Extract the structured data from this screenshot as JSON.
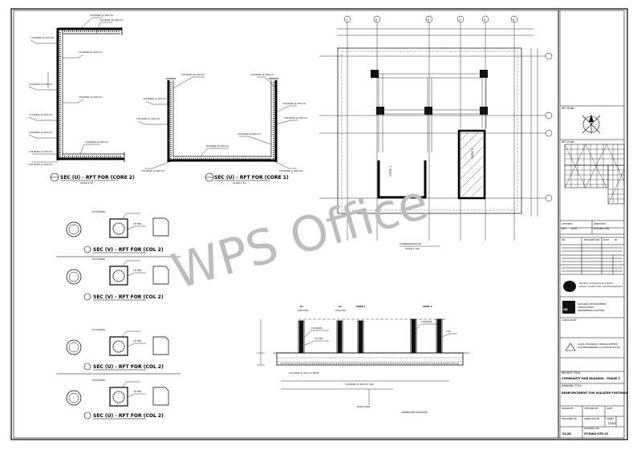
{
  "watermark": "WPS Office",
  "sections": {
    "core2_title": "SEC (U) - RFT FOR (CORE 2)",
    "core1_title": "SEC (U) - RFT FOR (CORE 1)",
    "col2_title": "SEC (V) - RFT FOR (COL 2)",
    "col2_title_b": "SEC (U) - RFT FOR (COL 2)"
  },
  "plan": {
    "grid_markers": [
      "1",
      "2",
      "3",
      "4",
      "5",
      "6"
    ],
    "core1_label": "CORE 1",
    "core2_label": "CORE 2"
  },
  "elevation": {
    "c1": "C1",
    "c2": "C2",
    "core2": "CORE 2",
    "core1": "CORE 1"
  },
  "title_block": {
    "key_plan": "KEY PLAN",
    "project_title": "PROJECT TITLE",
    "project_name": "COMMUNITY HUB BUILDING - PHASE 2",
    "drawing_title_label": "DRAWING TITLE",
    "drawing_title": "REINFORCEMENT FOR ISOLATED FOOTINGS",
    "sheet_no": "S1/26",
    "drawing_code": "ST-DWG-STR-15",
    "scale_label": "SCALE"
  }
}
